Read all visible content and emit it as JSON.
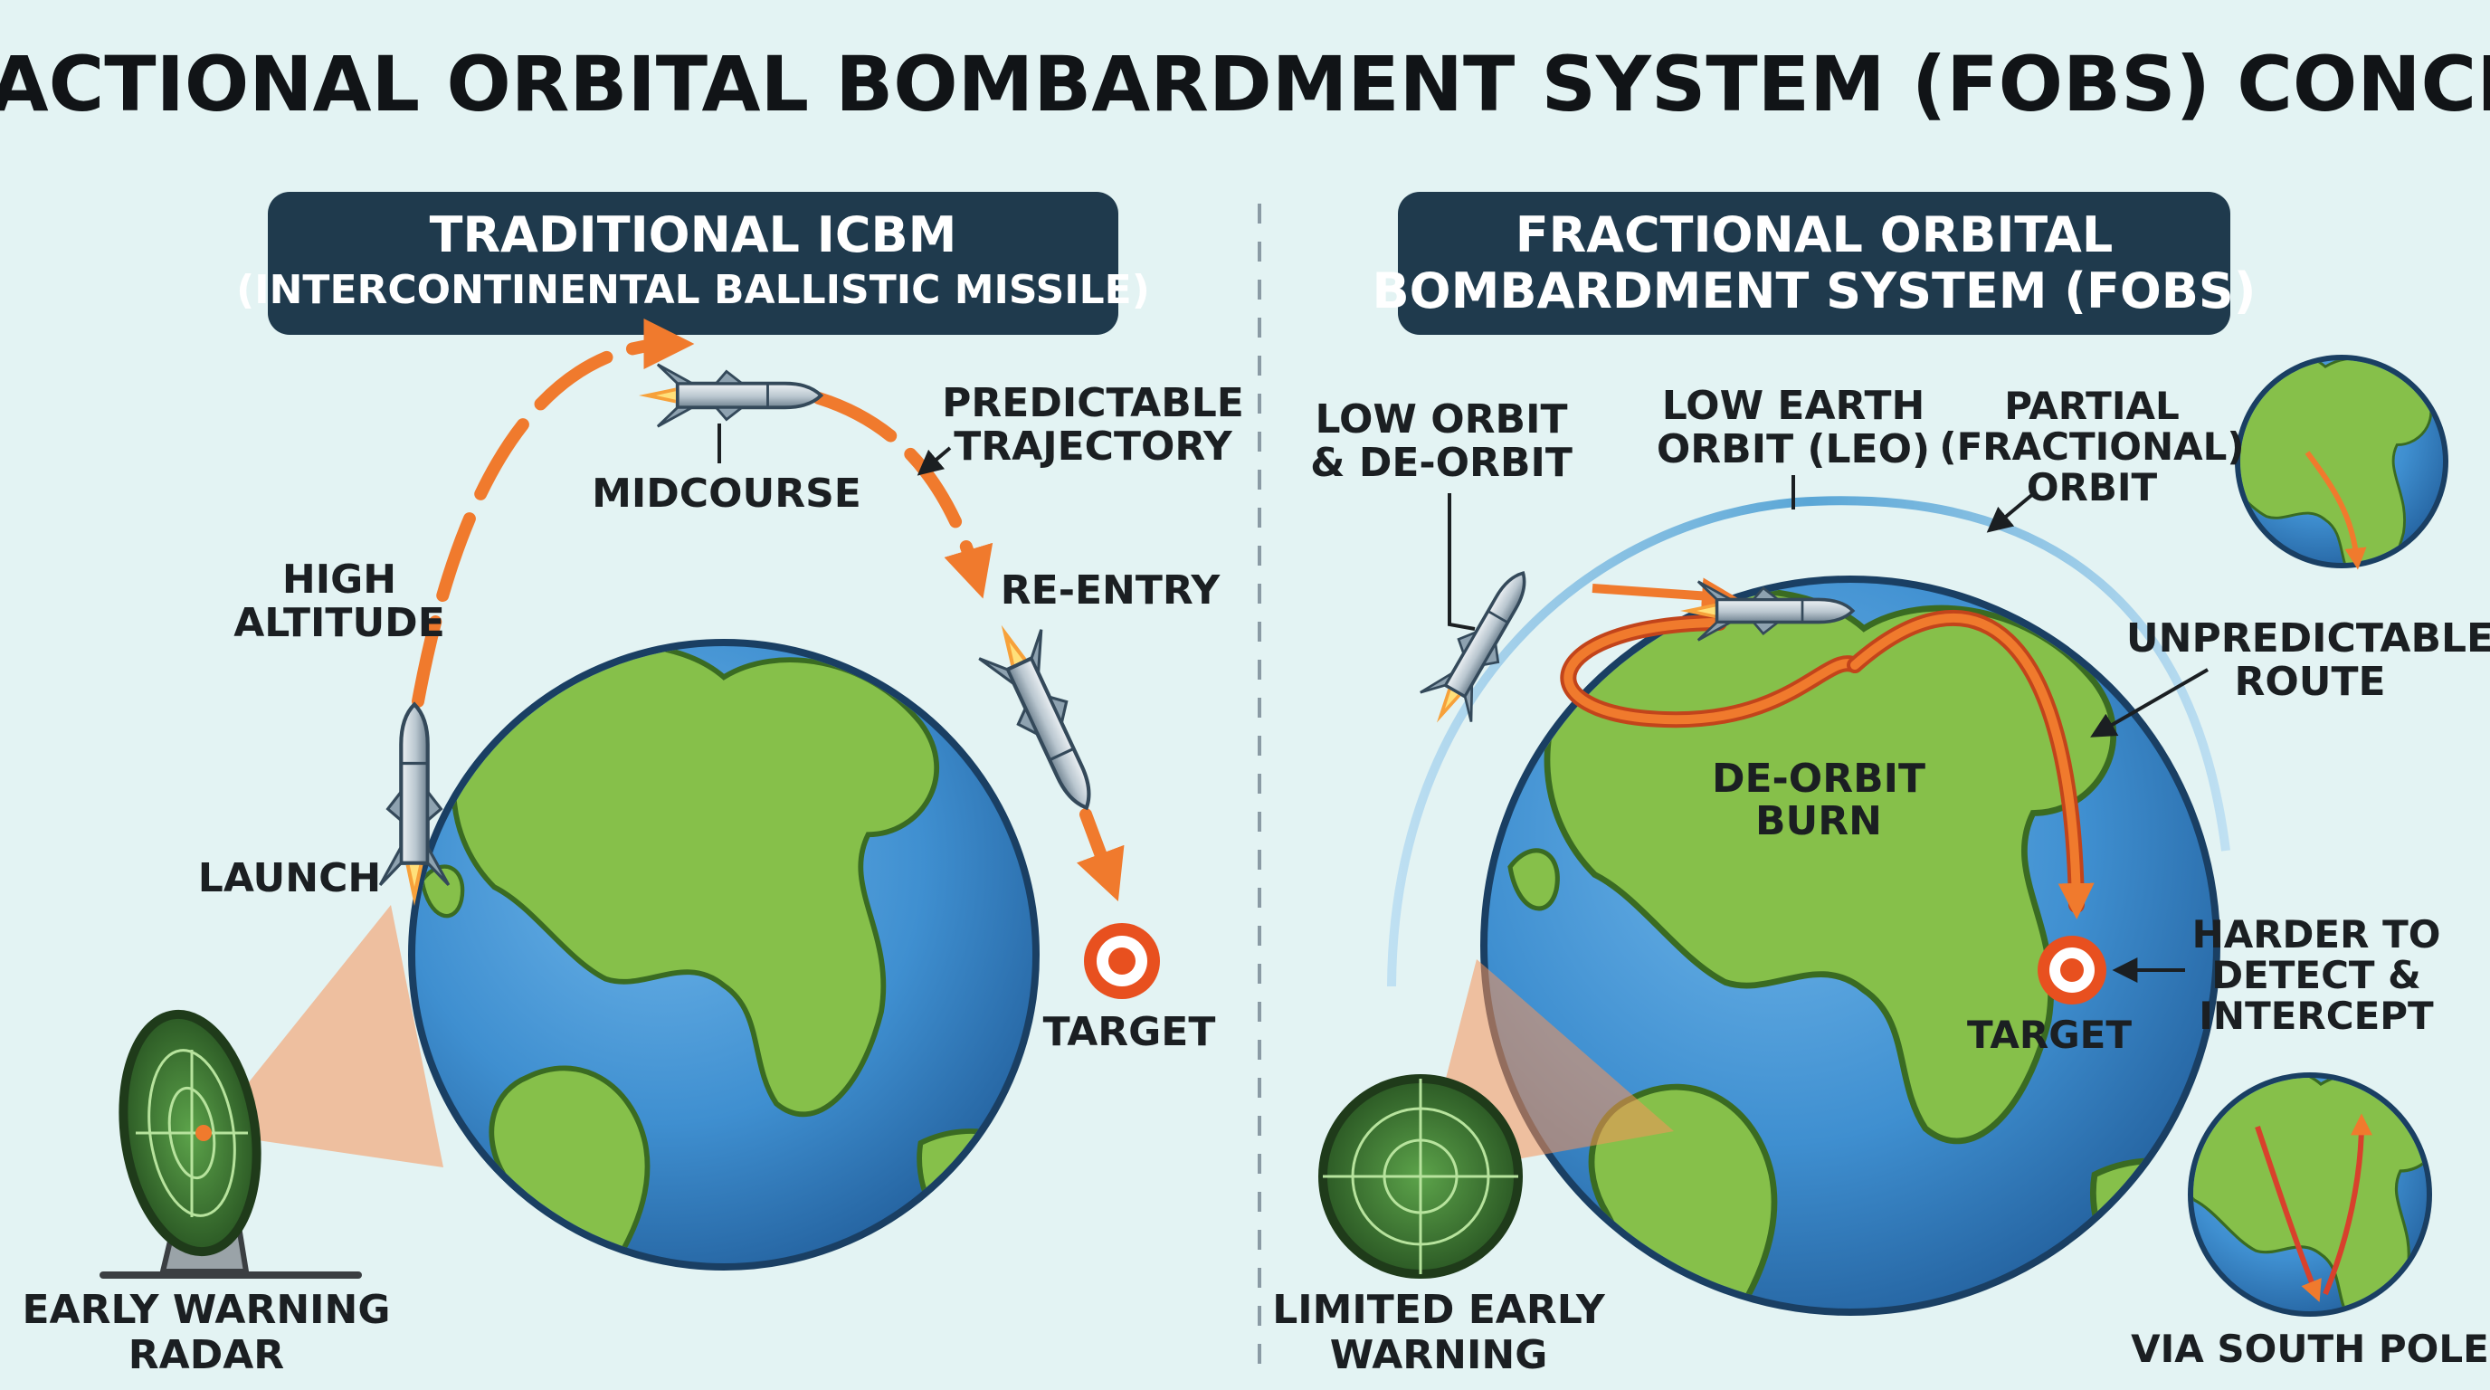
{
  "title": "FRACTIONAL ORBITAL BOMBARDMENT SYSTEM (FOBS) CONCEPT",
  "colors": {
    "background": "#e3f3f3",
    "banner": "#1f3a4d",
    "ocean": "#3f8fd0",
    "land": "#86c04a",
    "trajectory": "#f07a2d",
    "radar": "#3f7a33",
    "target": "#e8501f"
  },
  "icbm": {
    "banner_line1": "TRADITIONAL ICBM",
    "banner_line2": "(INTERCONTINENTAL BALLISTIC MISSILE)",
    "labels": {
      "predictable_1": "PREDICTABLE",
      "predictable_2": "TRAJECTORY",
      "midcourse": "MIDCOURSE",
      "high_1": "HIGH",
      "high_2": "ALTITUDE",
      "reentry": "RE-ENTRY",
      "launch": "LAUNCH",
      "target": "TARGET",
      "radar_1": "EARLY WARNING",
      "radar_2": "RADAR"
    }
  },
  "fobs": {
    "banner_line1": "FRACTIONAL ORBITAL",
    "banner_line2": "BOMBARDMENT SYSTEM (FOBS)",
    "labels": {
      "low_orbit_1": "LOW ORBIT",
      "low_orbit_2": "& DE-ORBIT",
      "leo_1": "LOW EARTH",
      "leo_2": "ORBIT (LEO)",
      "partial_1": "PARTIAL",
      "partial_2": "(FRACTIONAL)",
      "partial_3": "ORBIT",
      "unpredictable_1": "UNPREDICTABLE",
      "unpredictable_2": "ROUTE",
      "deorbit_1": "DE-ORBIT",
      "deorbit_2": "BURN",
      "target": "TARGET",
      "harder_1": "HARDER TO",
      "harder_2": "DETECT &",
      "harder_3": "INTERCEPT",
      "limited_1": "LIMITED EARLY",
      "limited_2": "WARNING",
      "south_pole": "VIA SOUTH POLE"
    }
  },
  "icons": {
    "missile": "missile-icon",
    "radar": "radar-dish-icon",
    "target": "target-icon",
    "earth": "earth-globe-icon"
  }
}
